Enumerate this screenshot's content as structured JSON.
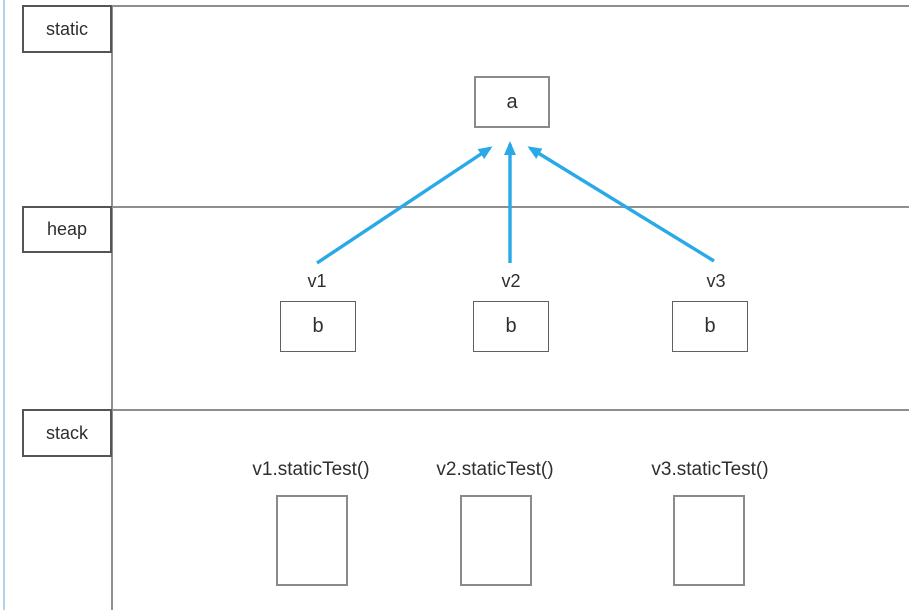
{
  "regions": [
    {
      "label": "static"
    },
    {
      "label": "heap"
    },
    {
      "label": "stack"
    }
  ],
  "static_region": {
    "variable_box": {
      "label": "a"
    }
  },
  "heap_region": {
    "objects": [
      {
        "ref_label": "v1",
        "box_label": "b"
      },
      {
        "ref_label": "v2",
        "box_label": "b"
      },
      {
        "ref_label": "v3",
        "box_label": "b"
      }
    ]
  },
  "stack_region": {
    "frames": [
      {
        "label": "v1.staticTest()"
      },
      {
        "label": "v2.staticTest()"
      },
      {
        "label": "v3.staticTest()"
      }
    ]
  },
  "arrows": [
    {
      "name": "arrow-v1-to-a"
    },
    {
      "name": "arrow-v2-to-a"
    },
    {
      "name": "arrow-v3-to-a"
    }
  ],
  "colors": {
    "arrow": "#29a9e8",
    "section_line": "#8f8f8f",
    "box_border": "#8a8a8a",
    "label_box_border": "#555555",
    "left_accent": "#b7d0ee",
    "text": "#2e2e2e",
    "background": "#ffffff"
  }
}
